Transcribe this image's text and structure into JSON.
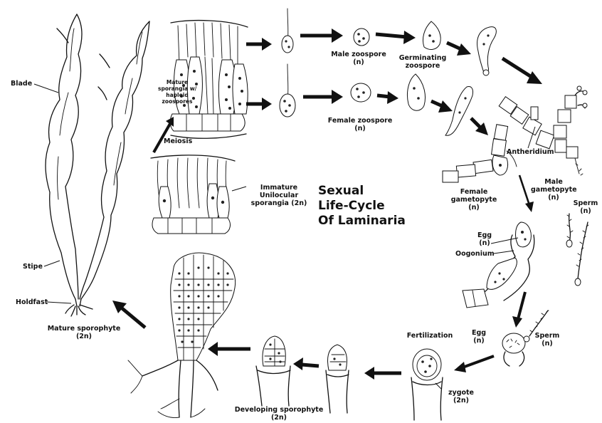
{
  "diagram": {
    "title": "Sexual\nLife-Cycle\nOf Laminaria",
    "labels": {
      "blade": "Blade",
      "stipe": "Stipe",
      "holdfast": "Holdfast",
      "mature_sporophyte": "Mature sporophyte\n(2n)",
      "mature_sporangia": "Mature\nsporangia w/\nhaploid\nzoospores",
      "meiosis": "Meiosis",
      "immature_sporangia": "Immature\nUnilocular\nsporangia (2n)",
      "male_zoospore": "Male zoospore\n(n)",
      "germinating_zoospore": "Germinating\nzoospore",
      "female_zoospore": "Female zoospore\n(n)",
      "antheridium": "Antheridium",
      "male_gametophyte": "Male\ngametopyte\n(n)",
      "sperm_top": "Sperm\n(n)",
      "female_gametophyte": "Female\ngametopyte\n(n)",
      "egg_top": "Egg\n(n)",
      "oogonium": "Oogonium",
      "egg_fert": "Egg\n(n)",
      "sperm_fert": "Sperm\n(n)",
      "fertilization": "Fertilization",
      "zygote": "zygote\n(2n)",
      "developing_sporophyte": "Developing sporophyte\n(2n)"
    }
  }
}
